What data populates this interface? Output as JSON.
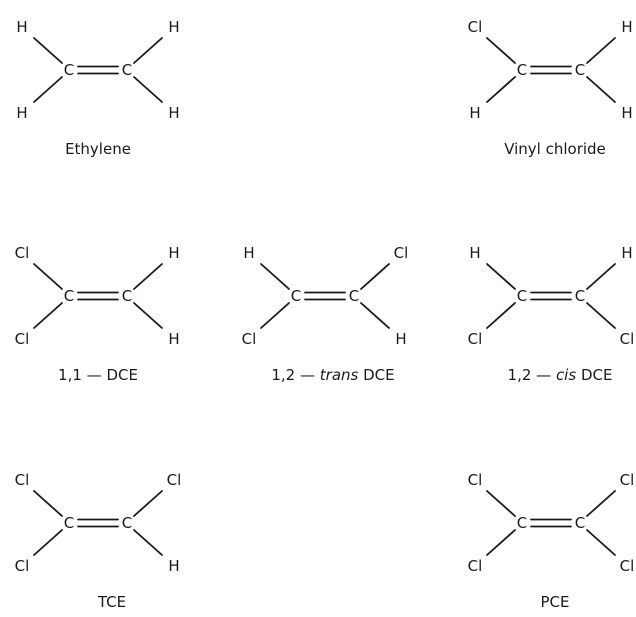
{
  "molecules": [
    {
      "id": "ethylene",
      "caption_parts": [
        {
          "text": "Ethylene",
          "italic": false
        }
      ],
      "carbon_left": "C",
      "carbon_right": "C",
      "substituents": {
        "upper_left": "H",
        "lower_left": "H",
        "upper_right": "H",
        "lower_right": "H"
      }
    },
    {
      "id": "vinyl-chloride",
      "caption_parts": [
        {
          "text": "Vinyl chloride",
          "italic": false
        }
      ],
      "carbon_left": "C",
      "carbon_right": "C",
      "substituents": {
        "upper_left": "Cl",
        "lower_left": "H",
        "upper_right": "H",
        "lower_right": "H"
      }
    },
    {
      "id": "dce-11",
      "caption_parts": [
        {
          "text": "1,1 — DCE",
          "italic": false
        }
      ],
      "carbon_left": "C",
      "carbon_right": "C",
      "substituents": {
        "upper_left": "Cl",
        "lower_left": "Cl",
        "upper_right": "H",
        "lower_right": "H"
      }
    },
    {
      "id": "dce-12-trans",
      "caption_parts": [
        {
          "text": "1,2 — ",
          "italic": false
        },
        {
          "text": "trans",
          "italic": true
        },
        {
          "text": " DCE",
          "italic": false
        }
      ],
      "carbon_left": "C",
      "carbon_right": "C",
      "substituents": {
        "upper_left": "H",
        "lower_left": "Cl",
        "upper_right": "Cl",
        "lower_right": "H"
      }
    },
    {
      "id": "dce-12-cis",
      "caption_parts": [
        {
          "text": "1,2 — ",
          "italic": false
        },
        {
          "text": "cis",
          "italic": true
        },
        {
          "text": " DCE",
          "italic": false
        }
      ],
      "carbon_left": "C",
      "carbon_right": "C",
      "substituents": {
        "upper_left": "H",
        "lower_left": "Cl",
        "upper_right": "H",
        "lower_right": "Cl"
      }
    },
    {
      "id": "tce",
      "caption_parts": [
        {
          "text": "TCE",
          "italic": false
        }
      ],
      "carbon_left": "C",
      "carbon_right": "C",
      "substituents": {
        "upper_left": "Cl",
        "lower_left": "Cl",
        "upper_right": "Cl",
        "lower_right": "H"
      }
    },
    {
      "id": "pce",
      "caption_parts": [
        {
          "text": "PCE",
          "italic": false
        }
      ],
      "carbon_left": "C",
      "carbon_right": "C",
      "substituents": {
        "upper_left": "Cl",
        "lower_left": "Cl",
        "upper_right": "Cl",
        "lower_right": "Cl"
      }
    }
  ]
}
